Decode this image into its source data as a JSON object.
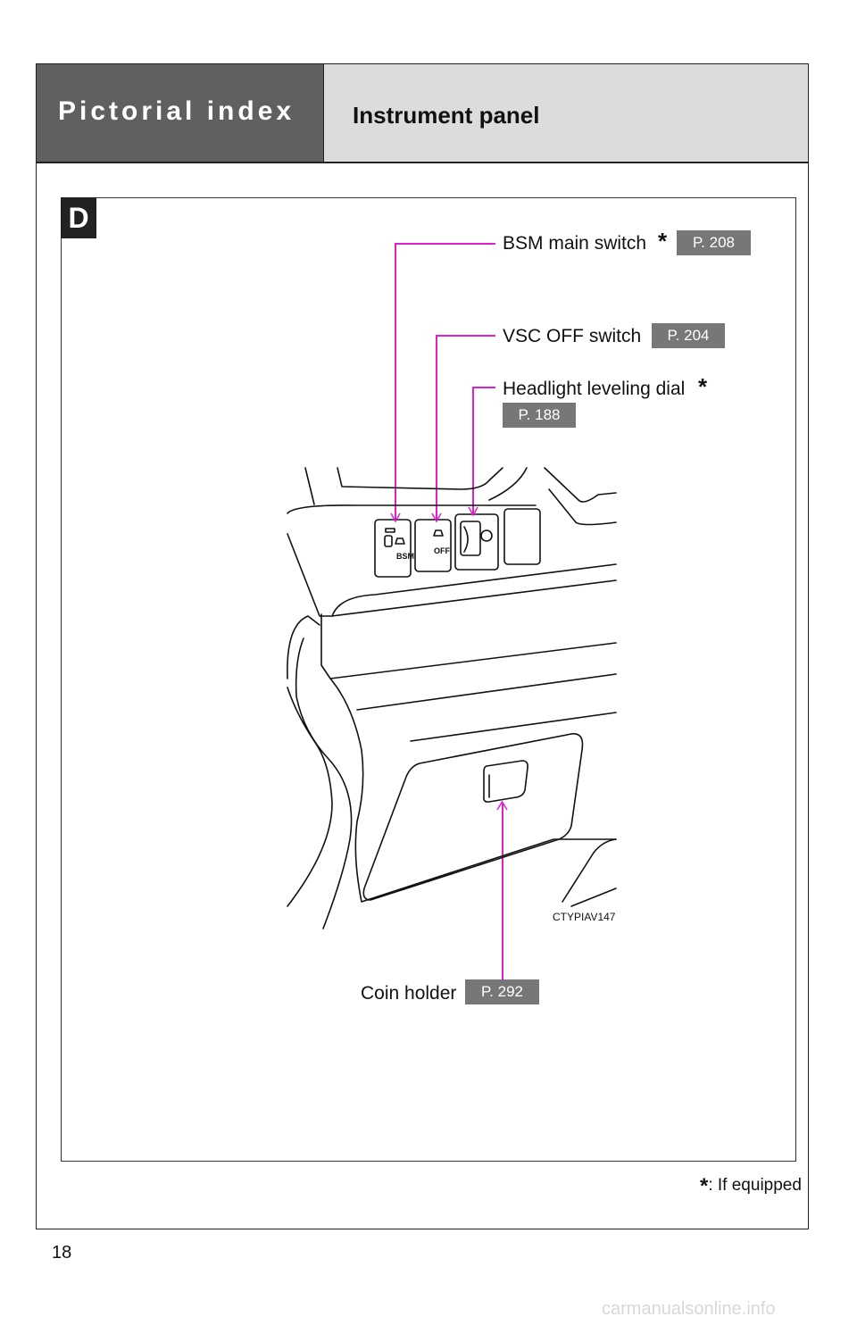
{
  "header": {
    "section": "Pictorial index",
    "title": "Instrument panel"
  },
  "panel_letter": "D",
  "callouts": {
    "bsm": {
      "label": "BSM main switch",
      "asterisk": "*",
      "page": "P. 208"
    },
    "vsc": {
      "label": "VSC OFF switch",
      "page": "P. 204"
    },
    "headlight": {
      "label": "Headlight leveling dial",
      "asterisk": "*",
      "page": "P. 188"
    },
    "coin": {
      "label": "Coin holder",
      "page": "P. 292"
    }
  },
  "illustration": {
    "code": "CTYPIAV147",
    "switch_labels": {
      "bsm": "BSM",
      "vsc": "OFF"
    }
  },
  "footnote": {
    "asterisk": "*",
    "text": ": If equipped"
  },
  "page_number": "18",
  "watermark": "carmanualsonline.info",
  "colors": {
    "leader": "#e020d0",
    "header_dark": "#606060",
    "header_light": "#dcdcdc",
    "page_ref": "#777777"
  }
}
